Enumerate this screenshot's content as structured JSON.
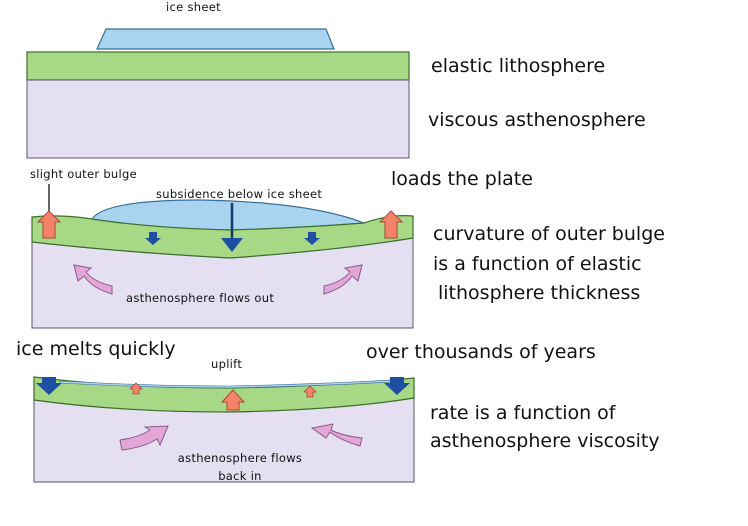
{
  "colors": {
    "ice": "#a8d4ef",
    "ice_stroke": "#3a6f9a",
    "lithosphere": "#a6d885",
    "lithosphere_stroke": "#3d6f2c",
    "asthenosphere": "#e4dff1",
    "asthenosphere_stroke": "#5a5670",
    "uplift_arrow": "#f4836a",
    "down_arrow": "#1f4fa3",
    "flow_arrow": "#e2a7d8"
  },
  "panel1": {
    "ice_label": "ice sheet",
    "lithosphere_label": "elastic lithosphere",
    "asthenosphere_label": "viscous asthenosphere"
  },
  "panel2": {
    "bulge_label": "slight outer bulge",
    "subsidence_label": "subsidence below ice sheet",
    "loads_label": "loads the plate",
    "curvature_line1": "curvature of outer bulge",
    "curvature_line2": "is a function of elastic",
    "curvature_line3": "lithosphere thickness",
    "flow_label": "asthenosphere flows out"
  },
  "panel3": {
    "melt_label": "ice melts quickly",
    "uplift_label": "uplift",
    "time_label": "over thousands of years",
    "rate_line1": "rate is a function of",
    "rate_line2": "asthenosphere viscosity",
    "flow_line1": "asthenosphere flows",
    "flow_line2": "back in"
  }
}
